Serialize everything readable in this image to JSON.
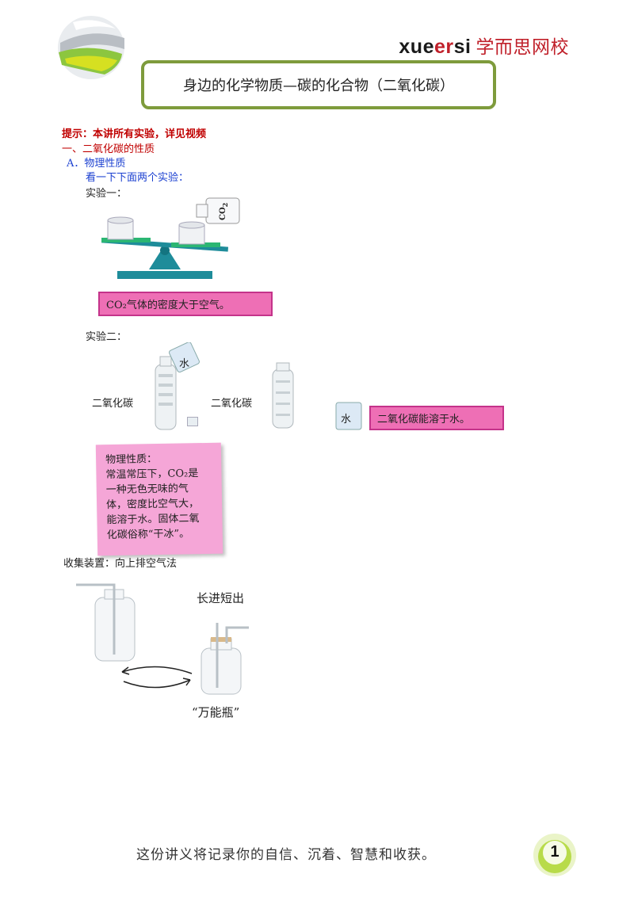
{
  "header": {
    "brand_pre": "xue",
    "brand_accent": "er",
    "brand_post": "si",
    "brand_cn": "学而思网校"
  },
  "title": "身边的化学物质—碳的化合物（二氧化碳）",
  "tip": "提示：本讲所有实验，详见视频",
  "section1": "一、二氧化碳的性质",
  "sectionA": "A．物理性质",
  "intro": "看一下下面两个实验：",
  "experiment1": {
    "label": "实验一：",
    "bottle_label": "CO",
    "bottle_sub": "2",
    "result": "CO₂气体的密度大于空气。"
  },
  "experiment2": {
    "label": "实验二：",
    "cup_label": "水",
    "gas_label_1": "二氧化碳",
    "gas_label_2": "二氧化碳",
    "beaker_label": "水",
    "result": "二氧化碳能溶于水。"
  },
  "note": {
    "heading": "物理性质：",
    "lines": [
      "常温常压下，CO₂是",
      "一种无色无味的气",
      "体，密度比空气大，",
      "能溶于水。固体二氧",
      "化碳俗称“干冰”。"
    ]
  },
  "collection": {
    "label": "收集装置：向上排空气法",
    "side_label": "长进短出",
    "bottle_name": "“万能瓶”"
  },
  "footer": {
    "text": "这份讲义将记录你的自信、沉着、智慧和收获。",
    "page": "1"
  },
  "colors": {
    "brand_red": "#c0202a",
    "title_border": "#7e9b3c",
    "heading_red": "#c00000",
    "heading_blue": "#1a3fd0",
    "pink": "#ee6fb5"
  }
}
